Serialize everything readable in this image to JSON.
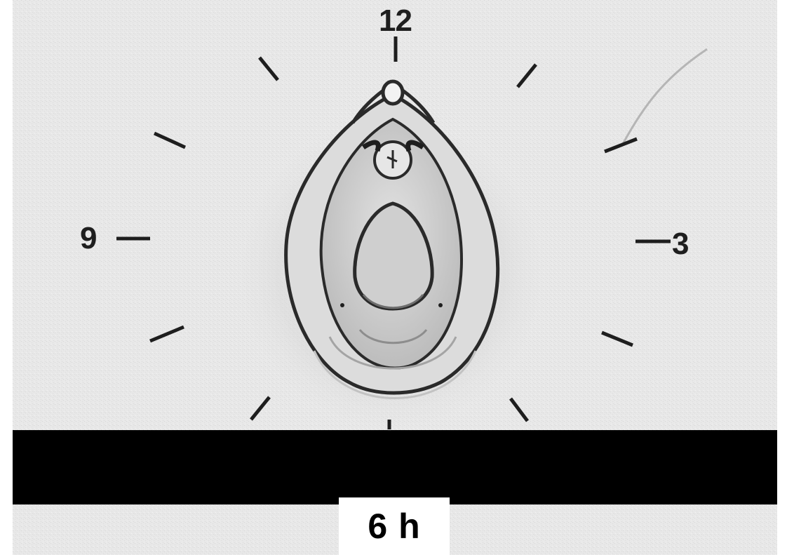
{
  "clock": {
    "hour_labels": {
      "top": "12",
      "right": "3",
      "left": "9"
    }
  },
  "caption": {
    "text": "6 h"
  },
  "colors": {
    "paper": "#e9e9e9",
    "ink": "#1e1e1e",
    "bar": "#000000",
    "caption_bg": "#ffffff"
  }
}
